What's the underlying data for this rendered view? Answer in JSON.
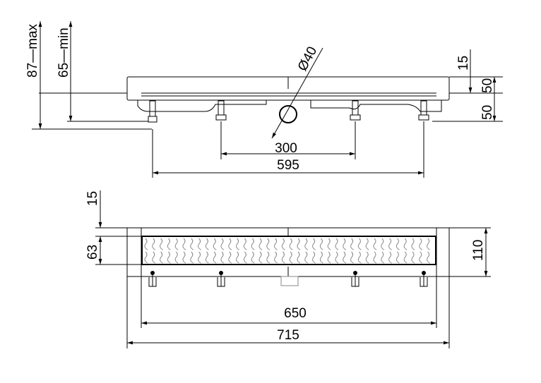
{
  "side_view": {
    "max_height_label": "87—max",
    "min_height_label": "65—min",
    "pipe_diameter_label": "Ø40",
    "right_dims": [
      "15",
      "50",
      "50"
    ],
    "inner_leg_span": "300",
    "outer_leg_span": "595"
  },
  "top_view": {
    "left_dims": [
      "15",
      "63"
    ],
    "total_width": "110",
    "grate_length": "650",
    "total_length": "715"
  }
}
